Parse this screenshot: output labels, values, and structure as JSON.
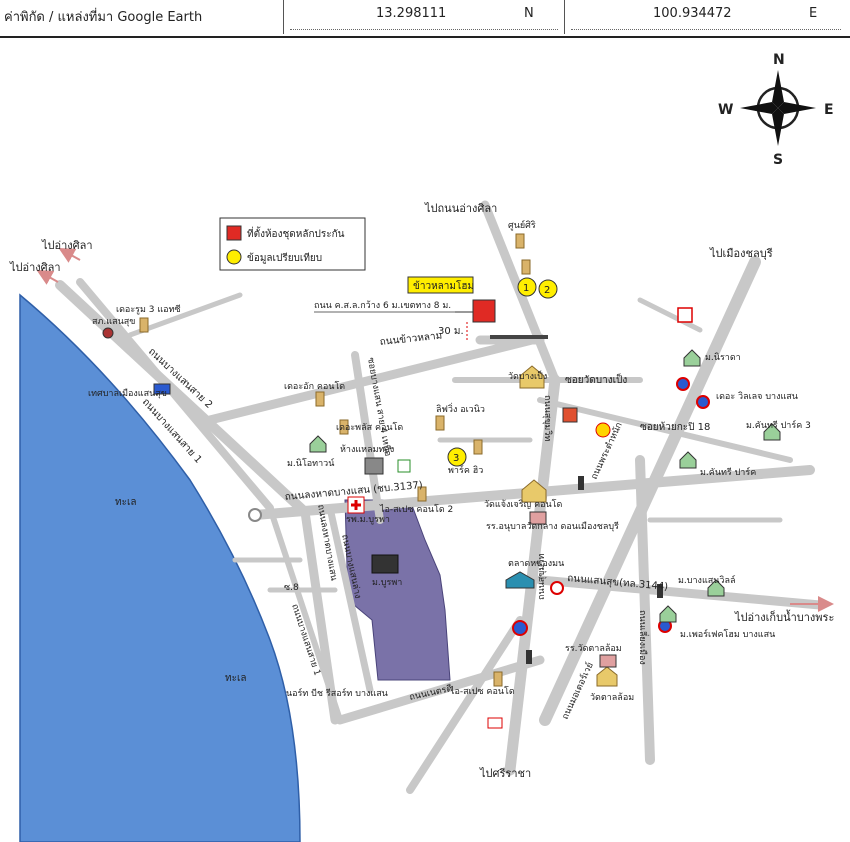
{
  "header": {
    "label": "ค่าพิกัด / แหล่งที่มา Google Earth",
    "latitude": "13.298111",
    "lat_dir": "N",
    "longitude": "100.934472",
    "lon_dir": "E"
  },
  "compass": {
    "n": "N",
    "s": "S",
    "e": "E",
    "w": "W"
  },
  "legend": {
    "subject": "ที่ตั้งห้องชุดหลักประกัน",
    "comparables": "ข้อมูลเปรียบเทียบ"
  },
  "subject_name": "ข้าวหลามโฮม",
  "comparable_markers": [
    "1",
    "2",
    "3"
  ],
  "sea_labels": [
    "ทะเล",
    "ทะเล"
  ],
  "distance_label": "30 ม.",
  "road_note": "ถนน ค.ส.ล.กว้าง 6 ม.เขตทาง 8 ม.",
  "directions": {
    "to_angsila_1": "ไปอ่างศิลา",
    "to_angsila_2": "ไปอ่างศิลา",
    "to_road_angsila": "ไปถนนอ่างศิลา",
    "to_chonburi": "ไปเมืองชลบุรี",
    "to_sriracha": "ไปศรีราชา",
    "to_reservoir": "ไปอ่างเก็บน้ำบางพระ"
  },
  "roads": {
    "khao_lam": "ถนนข้าวหลาม",
    "bang_saen_2": "ถนนบางแสนสาย 2",
    "bang_saen_1": "ถนนบางแสนสาย 1",
    "long_had": "ถนนลงหาดบางแสน (ชบ.3137)",
    "soi_bang_saen": "ซอยบางแสน สาย 4 เหนือ",
    "soi_wat_bang_pheng": "ซอยวัดบางเป็ง",
    "soi_huay_kapi": "ซอยห้วยกะปิ 18",
    "sukhumvit_upper": "ถนนสุขุมวิท",
    "sukhumvit_lower": "ถนนสุขุมวิท",
    "saen_suk": "ถนนแสนสุข(ทล.3144)",
    "beach_road_side": "ถนนลงหาดบางแสน",
    "soi_8": "ซ.8",
    "bang_saen_lane": "ถนนบางแสนล่าง",
    "bang_saen_1_south": "ถนนบางแสนสาย 1",
    "bypass": "ถนนเลี่ยงเมือง",
    "nurest_road": "ถนนเนตรดี",
    "phra_tam_nak": "ถนนพระตำหนัก",
    "motorway_lower": "ถนนมอเตอร์เวย์"
  },
  "places": {
    "the_room": "เดอะรูม 3 แอทซี",
    "police": "สภ.แสนสุข",
    "municipality": "เทศบาลเมืองแสนสุข",
    "the_arch": "เดอะอัก คอนโด",
    "the_plus": "เดอะพลัส คอนโด",
    "lifting": "ลิฟวิ่ง อเวนิว",
    "mall": "ห้างแหลมทอง",
    "park": "พาร์ค ฮิว",
    "nitoway": "ม.นิโอทาวน์",
    "hospital": "รพ.ม.บูรพา",
    "ice_space": "ไอ-สเปซ คอนโด 2",
    "university": "ม.บูรพา",
    "wat_bang_pheng": "วัดบางเป็ง",
    "wat_saeng": "วัดแจ้งเจริญ คอนโด",
    "school": "รร.อนุบาลวัดกลาง ดอนเมืองชลบุรี",
    "market": "ตลาดหนองมน",
    "niracha": "ม.นิราดา",
    "the_village": "เดอะ วิลเลจ บางแสน",
    "kantree_3": "ม.คันทรี ปาร์ค 3",
    "kantree": "ม.คันทรี ปาร์ค",
    "bang_saen_ville": "ม.บางแสนวิลล์",
    "perfect_home": "ม.เพอร์เฟคโฮม บางแสน",
    "wat_talad_lom": "รร.วัดตาลล้อม",
    "wat_talad_lom_temple": "วัดตาลล้อม",
    "north_beach": "นอร์ท บีช รีสอร์ท บางแสน",
    "ice_space_condo": "ไอ-สเปซ คอนโด",
    "sala_siri": "ศูนย์ศิริ"
  },
  "colors": {
    "sea": "#5b8fd6",
    "road": "#c8c8c8",
    "campus": "#7a72a8",
    "subject": "#e02a24",
    "marker": "#ffee00"
  }
}
